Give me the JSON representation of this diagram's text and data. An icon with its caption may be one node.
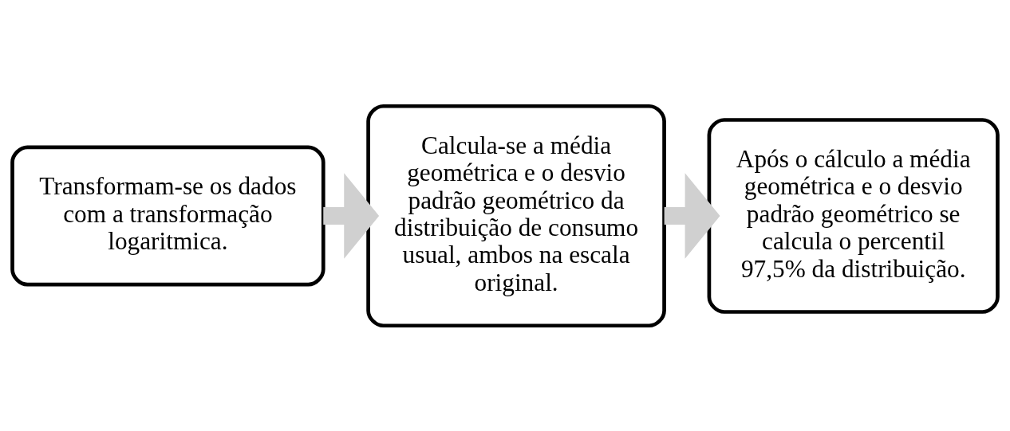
{
  "diagram": {
    "nodes": [
      {
        "text": [
          "Transformam-se os dados com a transformação logaritmica."
        ]
      },
      {
        "text": [
          "Calcula-se a média geométrica e o desvio padrão geométrico da distribuição de consumo usual, ambos na escala original."
        ]
      },
      {
        "text": [
          "Após o cálculo a média geométrica e o desvio padrão geométrico se calcula o percentil 97,5% da distribuição."
        ]
      }
    ],
    "edges": [
      {
        "from": 0,
        "to": 1,
        "arrow": "to"
      },
      {
        "from": 1,
        "to": 2,
        "arrow": "to"
      }
    ]
  }
}
